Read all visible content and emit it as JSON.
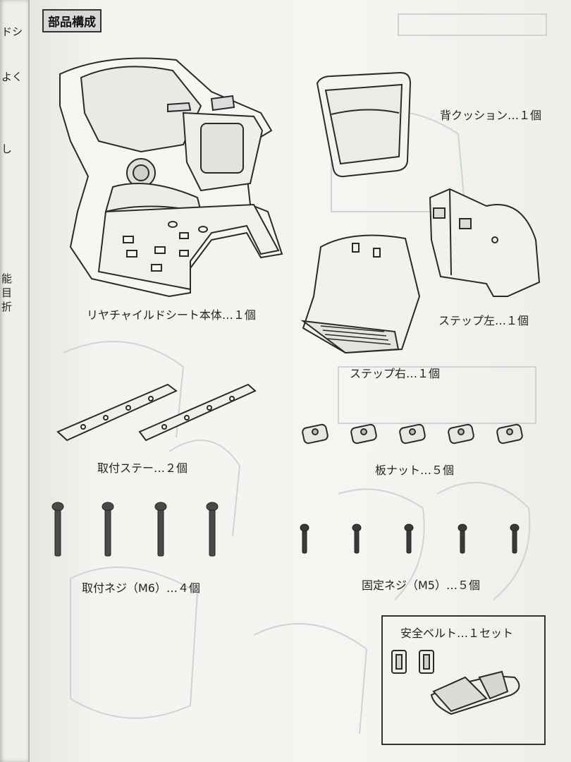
{
  "left_page_fragments": [
    "ドシ",
    "よく",
    "し",
    "能",
    "目",
    "折"
  ],
  "section_title": "部品構成",
  "parts": {
    "seat_body": "リヤチャイルドシート本体…１個",
    "back_cushion": "背クッション…１個",
    "step_left": "ステップ左…１個",
    "step_right": "ステップ右…１個",
    "mount_stay": "取付ステー…２個",
    "plate_nut": "板ナット…５個",
    "mount_screw": "取付ネジ（M6）…４個",
    "fix_screw": "固定ネジ（M5）…５個",
    "safety_belt": "安全ベルト…１セット"
  }
}
